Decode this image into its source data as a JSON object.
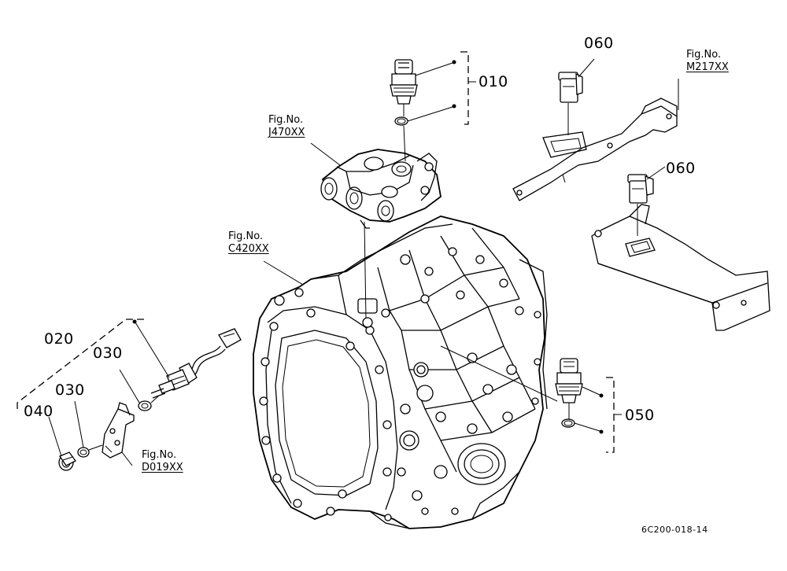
{
  "part_labels": {
    "p010": "010",
    "p020": "020",
    "p030a": "030",
    "p030b": "030",
    "p040": "040",
    "p050": "050",
    "p060a": "060",
    "p060b": "060"
  },
  "figure_refs": {
    "j470": {
      "caption": "Fig.No.",
      "ref": "J470XX"
    },
    "c420": {
      "caption": "Fig.No.",
      "ref": "C420XX"
    },
    "m217": {
      "caption": "Fig.No.",
      "ref": "M217XX"
    },
    "d019": {
      "caption": "Fig.No.",
      "ref": "D019XX"
    }
  },
  "drawing_code": "6C200-018-14"
}
